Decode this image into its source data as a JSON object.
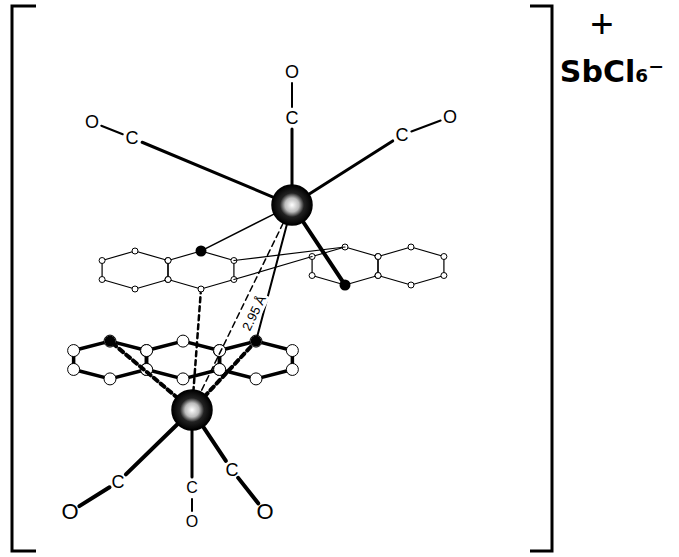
{
  "diagram": {
    "labels": [
      "+",
      "O",
      "C",
      "O",
      "C",
      "C",
      "O",
      "SbCl₆⁻",
      "2.95 Å",
      "O",
      "C",
      "C",
      "O",
      "C",
      "O"
    ]
  }
}
